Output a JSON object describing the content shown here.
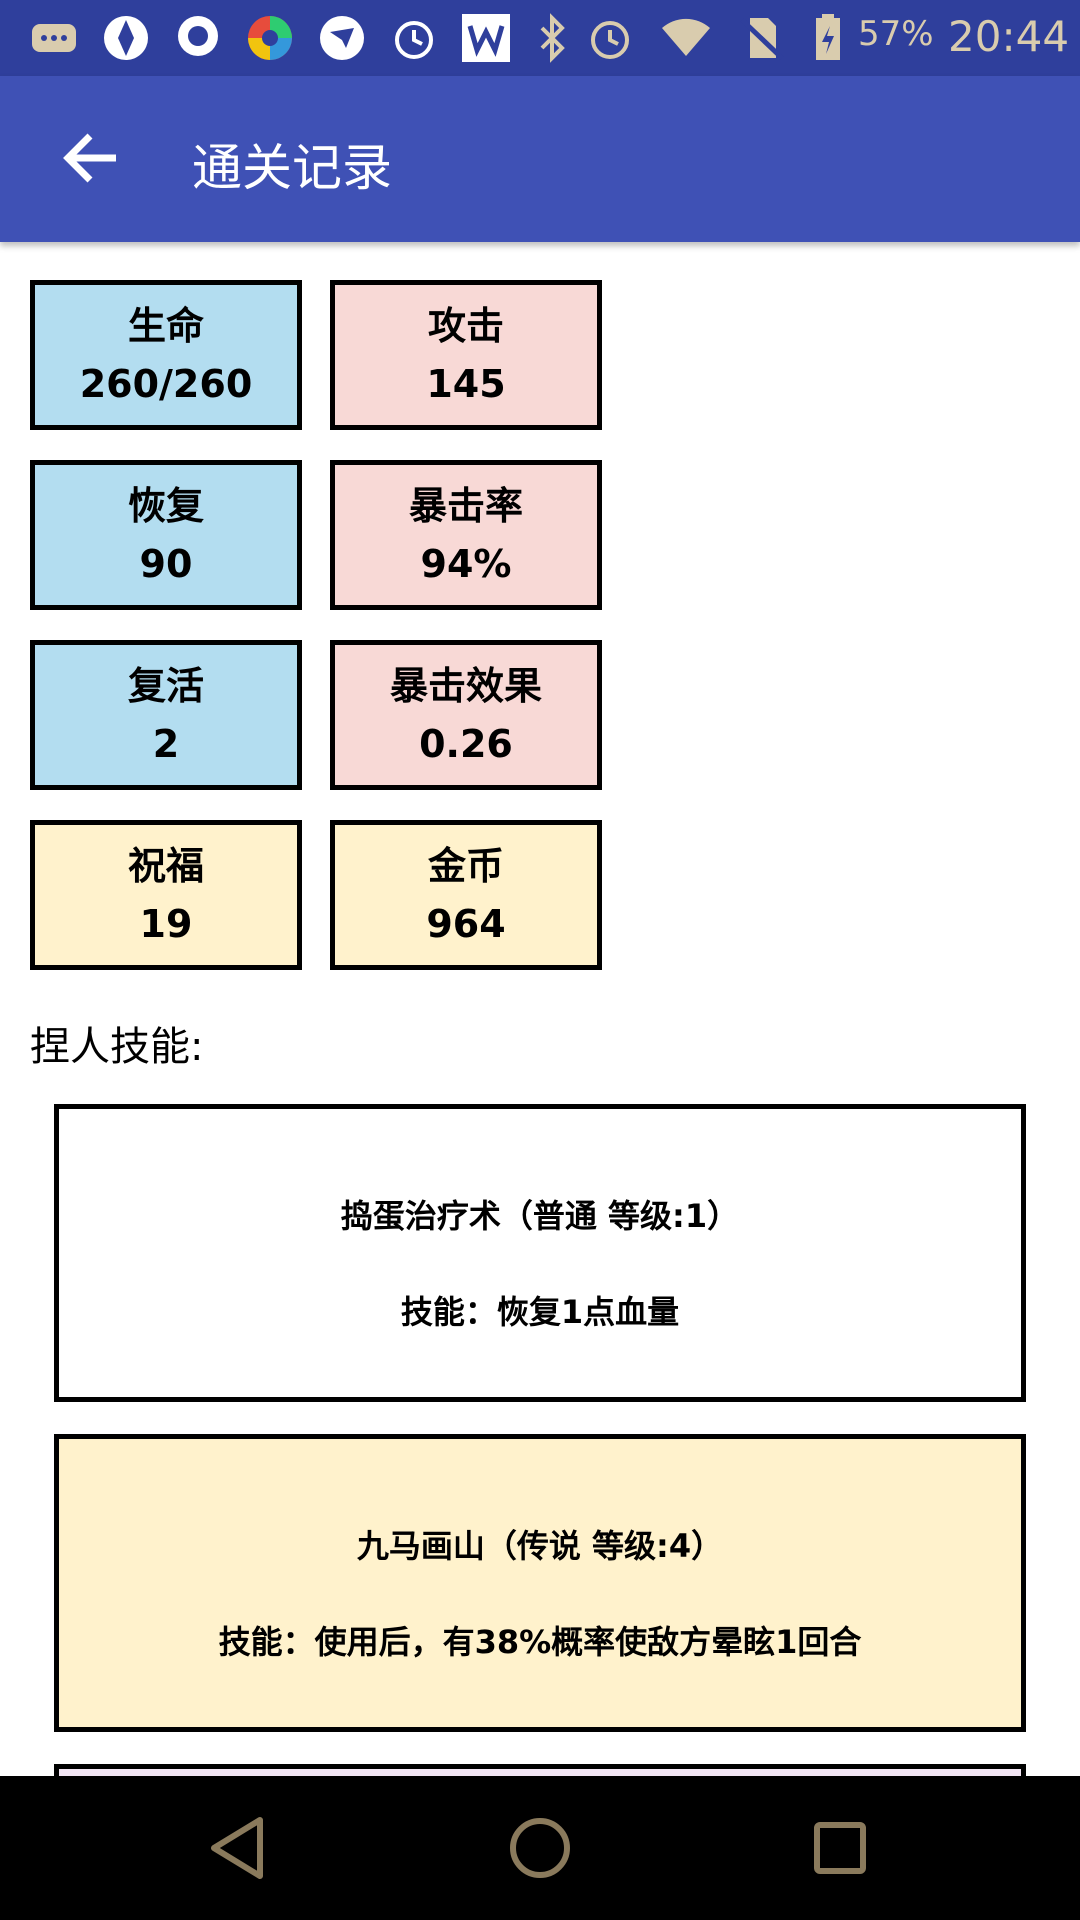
{
  "status_bar": {
    "icons": [
      "message-icon",
      "app-icon-1",
      "chat-icon",
      "colorful-app-icon",
      "bird-app-icon",
      "alarm-icon",
      "word-icon",
      "bluetooth-icon",
      "alarm-icon-2",
      "wifi-icon",
      "no-sim-icon",
      "battery-icon"
    ],
    "battery": "57%",
    "time": "20:44",
    "color": "#d9ccae"
  },
  "app_bar": {
    "back_icon": "arrow-back-icon",
    "title": "通关记录",
    "color": "#3f51b5"
  },
  "stats": [
    {
      "label": "生命",
      "value": "260/260",
      "color": "#b3ddf0"
    },
    {
      "label": "攻击",
      "value": "145",
      "color": "#f8d9d6"
    },
    {
      "label": "恢复",
      "value": "90",
      "color": "#b3ddf0"
    },
    {
      "label": "暴击率",
      "value": "94%",
      "color": "#f8d9d6"
    },
    {
      "label": "复活",
      "value": "2",
      "color": "#b3ddf0"
    },
    {
      "label": "暴击效果",
      "value": "0.26",
      "color": "#f8d9d6"
    },
    {
      "label": "祝福",
      "value": "19",
      "color": "#fff2cc"
    },
    {
      "label": "金币",
      "value": "964",
      "color": "#fff2cc"
    }
  ],
  "skills_section": {
    "label": "捏人技能:",
    "items": [
      {
        "name": "捣蛋治疗术（普通 等级:1）",
        "desc": "技能：恢复1点血量",
        "color": "#ffffff"
      },
      {
        "name": "九马画山（传说 等级:4）",
        "desc": "技能：使用后，有38%概率使敌方晕眩1回合",
        "color": "#fff2cc"
      }
    ]
  },
  "nav_bar": {
    "icons": [
      "nav-back-icon",
      "nav-home-icon",
      "nav-recents-icon"
    ],
    "color": "#8a7a5c"
  }
}
